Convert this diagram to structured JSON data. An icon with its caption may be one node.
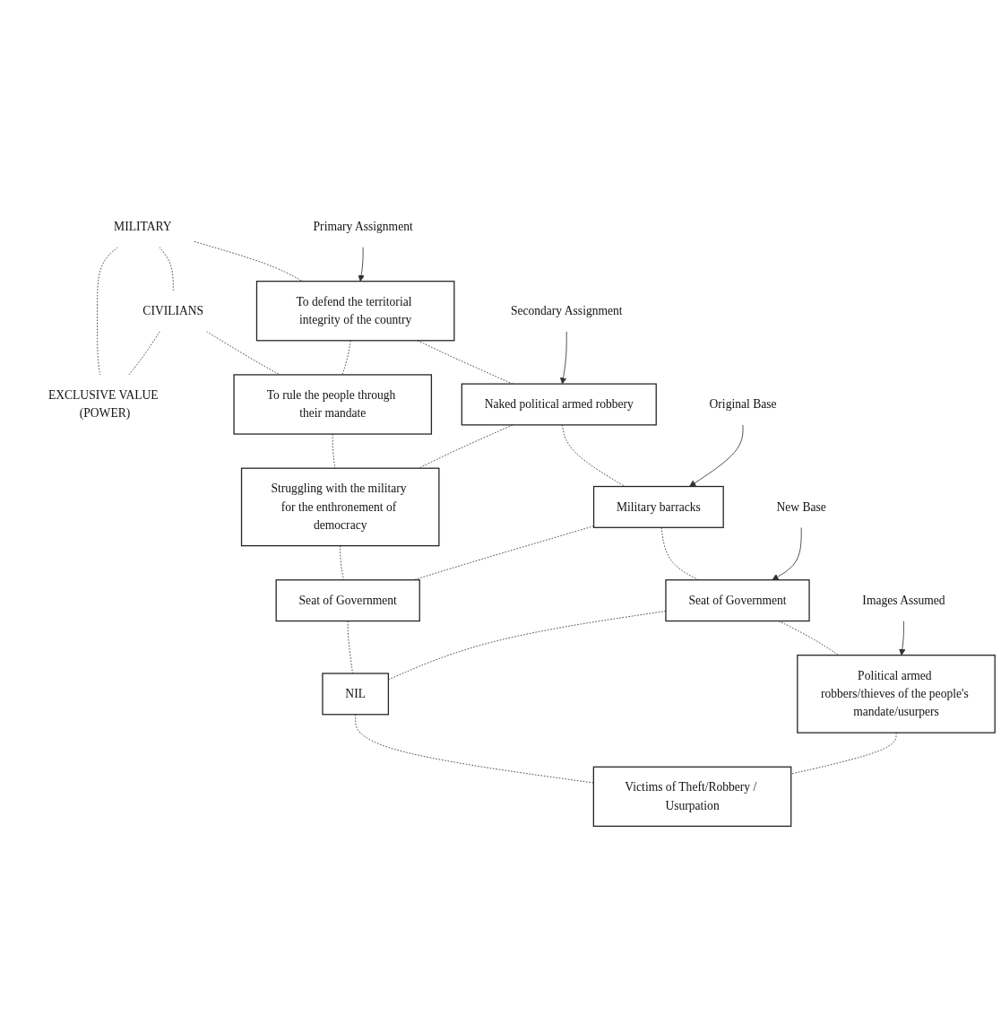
{
  "diagram": {
    "nodes": [
      {
        "text": [
          "MILITARY"
        ]
      },
      {
        "text": [
          "CIVILIANS"
        ]
      },
      {
        "text": [
          "EXCLUSIVE VALUE (POWER)"
        ]
      },
      {
        "text": [
          "Primary Assignment"
        ]
      },
      {
        "text": [
          "To defend the territorial integrity of the country"
        ]
      },
      {
        "text": [
          "To rule the people through their mandate"
        ]
      },
      {
        "text": [
          "Secondary Assignment"
        ]
      },
      {
        "text": [
          "Naked political armed robbery"
        ]
      },
      {
        "text": [
          "Struggling with the military for the enthronement of democracy"
        ]
      },
      {
        "text": [
          "Original Base"
        ]
      },
      {
        "text": [
          "Military barracks"
        ]
      },
      {
        "text": [
          "Seat of Government"
        ]
      },
      {
        "text": [
          "New Base"
        ]
      },
      {
        "text": [
          "Seat of Government"
        ]
      },
      {
        "text": [
          "NIL"
        ]
      },
      {
        "text": [
          "Images Assumed"
        ]
      },
      {
        "text": [
          "Political armed robbers/thieves of the people's mandate/usurpers"
        ]
      },
      {
        "text": [
          "Victims of Theft/Robbery / Usurpation"
        ]
      }
    ],
    "edges": [
      {
        "from": 0,
        "to": 1,
        "arrow": "none",
        "style": "dashed"
      },
      {
        "from": 0,
        "to": 2,
        "arrow": "none",
        "style": "dashed"
      },
      {
        "from": 1,
        "to": 2,
        "arrow": "none",
        "style": "dashed"
      },
      {
        "from": 0,
        "to": 4,
        "arrow": "none",
        "style": "dashed"
      },
      {
        "from": 1,
        "to": 5,
        "arrow": "none",
        "style": "dashed"
      },
      {
        "from": 3,
        "to": 4,
        "arrow": "to"
      },
      {
        "from": 4,
        "to": 5,
        "arrow": "none",
        "style": "dashed"
      },
      {
        "from": 4,
        "to": 7,
        "arrow": "none",
        "style": "dashed"
      },
      {
        "from": 5,
        "to": 8,
        "arrow": "none",
        "style": "dashed"
      },
      {
        "from": 6,
        "to": 7,
        "arrow": "to"
      },
      {
        "from": 7,
        "to": 8,
        "arrow": "none",
        "style": "dashed"
      },
      {
        "from": 7,
        "to": 10,
        "arrow": "none",
        "style": "dashed"
      },
      {
        "from": 8,
        "to": 11,
        "arrow": "none",
        "style": "dashed"
      },
      {
        "from": 9,
        "to": 10,
        "arrow": "to"
      },
      {
        "from": 10,
        "to": 11,
        "arrow": "none",
        "style": "dashed"
      },
      {
        "from": 10,
        "to": 13,
        "arrow": "none",
        "style": "dashed"
      },
      {
        "from": 11,
        "to": 14,
        "arrow": "none",
        "style": "dashed"
      },
      {
        "from": 12,
        "to": 13,
        "arrow": "to"
      },
      {
        "from": 13,
        "to": 14,
        "arrow": "none",
        "style": "dashed"
      },
      {
        "from": 13,
        "to": 16,
        "arrow": "none",
        "style": "dashed"
      },
      {
        "from": 14,
        "to": 17,
        "arrow": "none",
        "style": "dashed"
      },
      {
        "from": 15,
        "to": 16,
        "arrow": "to"
      },
      {
        "from": 16,
        "to": 17,
        "arrow": "none",
        "style": "dashed"
      }
    ]
  }
}
